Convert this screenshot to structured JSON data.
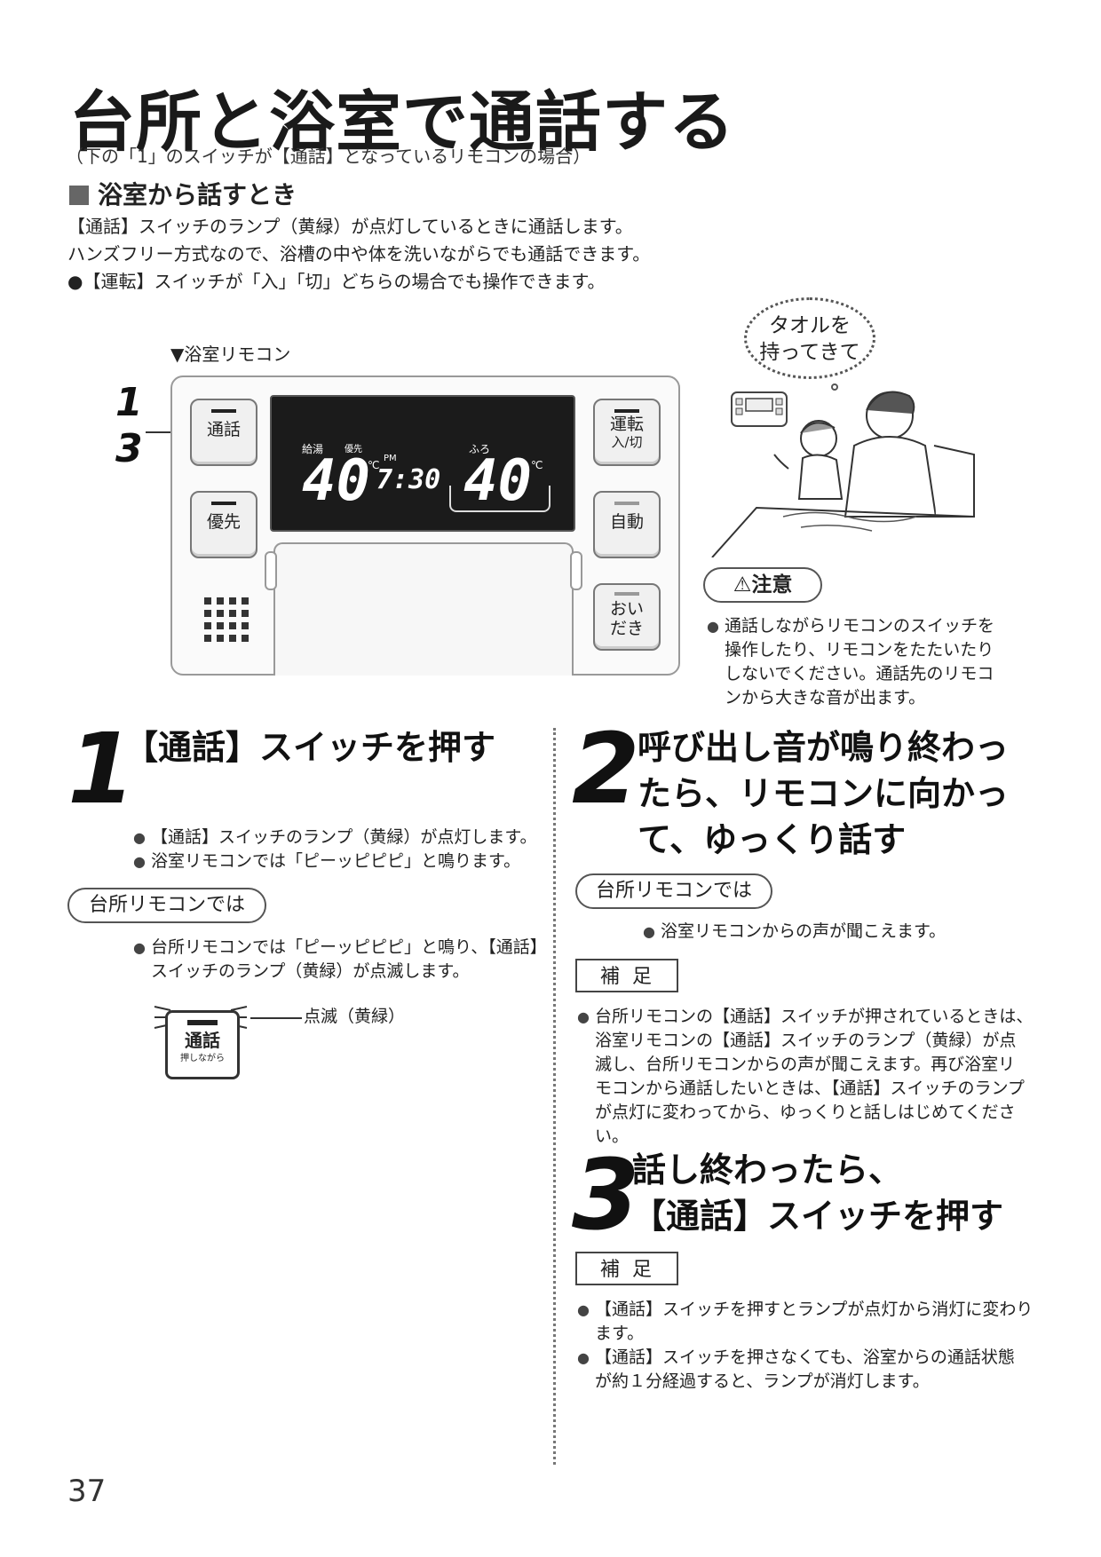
{
  "page": {
    "title": "台所と浴室で通話する",
    "subtitle": "（下の「1」のスイッチが【通話】となっているリモコンの場合）",
    "section": "浴室から話すとき",
    "intro": [
      "【通話】スイッチのランプ（黄緑）が点灯しているときに通話します。",
      "ハンズフリー方式なので、浴槽の中や体を洗いながらでも通話できます。",
      "●【運転】スイッチが「入」「切」どちらの場合でも操作できます。"
    ],
    "page_number": "37"
  },
  "remote": {
    "label": "▼浴室リモコン",
    "callout_1": "1",
    "callout_3": "3",
    "buttons": {
      "talk": "通話",
      "priority": "優先",
      "power_1": "運転",
      "power_2": "入/切",
      "auto": "自動",
      "reheat_1": "おい",
      "reheat_2": "だき"
    },
    "display": {
      "label_supply": "給湯",
      "label_priority": "優先",
      "supply_temp": "40",
      "unit": "℃",
      "pm": "PM",
      "time": "7:30",
      "label_bath": "ふろ",
      "bath_temp": "40"
    }
  },
  "illustration": {
    "bubble_line1": "タオルを",
    "bubble_line2": "持ってきて"
  },
  "caution": {
    "badge_icon": "⚠",
    "badge": "注意",
    "lines": [
      "通話しながらリモコンのスイッチを",
      "操作したり、リモコンをたたいたり",
      "しないでください。通話先のリモコ",
      "ンから大きな音が出ます。"
    ]
  },
  "step1": {
    "num": "1",
    "title": "【通話】スイッチを押す",
    "bullets": [
      "【通話】スイッチのランプ（黄緑）が点灯します。",
      "浴室リモコンでは「ピーッピピピ」と鳴ります。"
    ],
    "kitchen_pill": "台所リモコンでは",
    "kitchen_lines": [
      "台所リモコンでは「ピーッピピピ」と鳴り、【通話】",
      "スイッチのランプ（黄緑）が点滅します。"
    ],
    "flash_button_label": "通話",
    "flash_button_sub": "押しながら",
    "flash_note": "点滅（黄緑）"
  },
  "step2": {
    "num": "2",
    "title_lines": [
      "呼び出し音が鳴り終わっ",
      "たら、リモコンに向かっ",
      "て、ゆっくり話す"
    ],
    "kitchen_pill": "台所リモコンでは",
    "kitchen_bullet": "浴室リモコンからの声が聞こえます。",
    "supp_label": "補足",
    "supp_lines": [
      "台所リモコンの【通話】スイッチが押されているときは、",
      "浴室リモコンの【通話】スイッチのランプ（黄緑）が点",
      "滅し、台所リモコンからの声が聞こえます。再び浴室リ",
      "モコンから通話したいときは、【通話】スイッチのランプ",
      "が点灯に変わってから、ゆっくりと話しはじめてください。"
    ]
  },
  "step3": {
    "num": "3",
    "title_lines": [
      "話し終わったら、",
      "【通話】スイッチを押す"
    ],
    "supp_label": "補足",
    "bullet1_lines": [
      "【通話】スイッチを押すとランプが点灯から消灯に変わり",
      "ます。"
    ],
    "bullet2_lines": [
      "【通話】スイッチを押さなくても、浴室からの通話状態",
      "が約１分経過すると、ランプが消灯します。"
    ]
  }
}
